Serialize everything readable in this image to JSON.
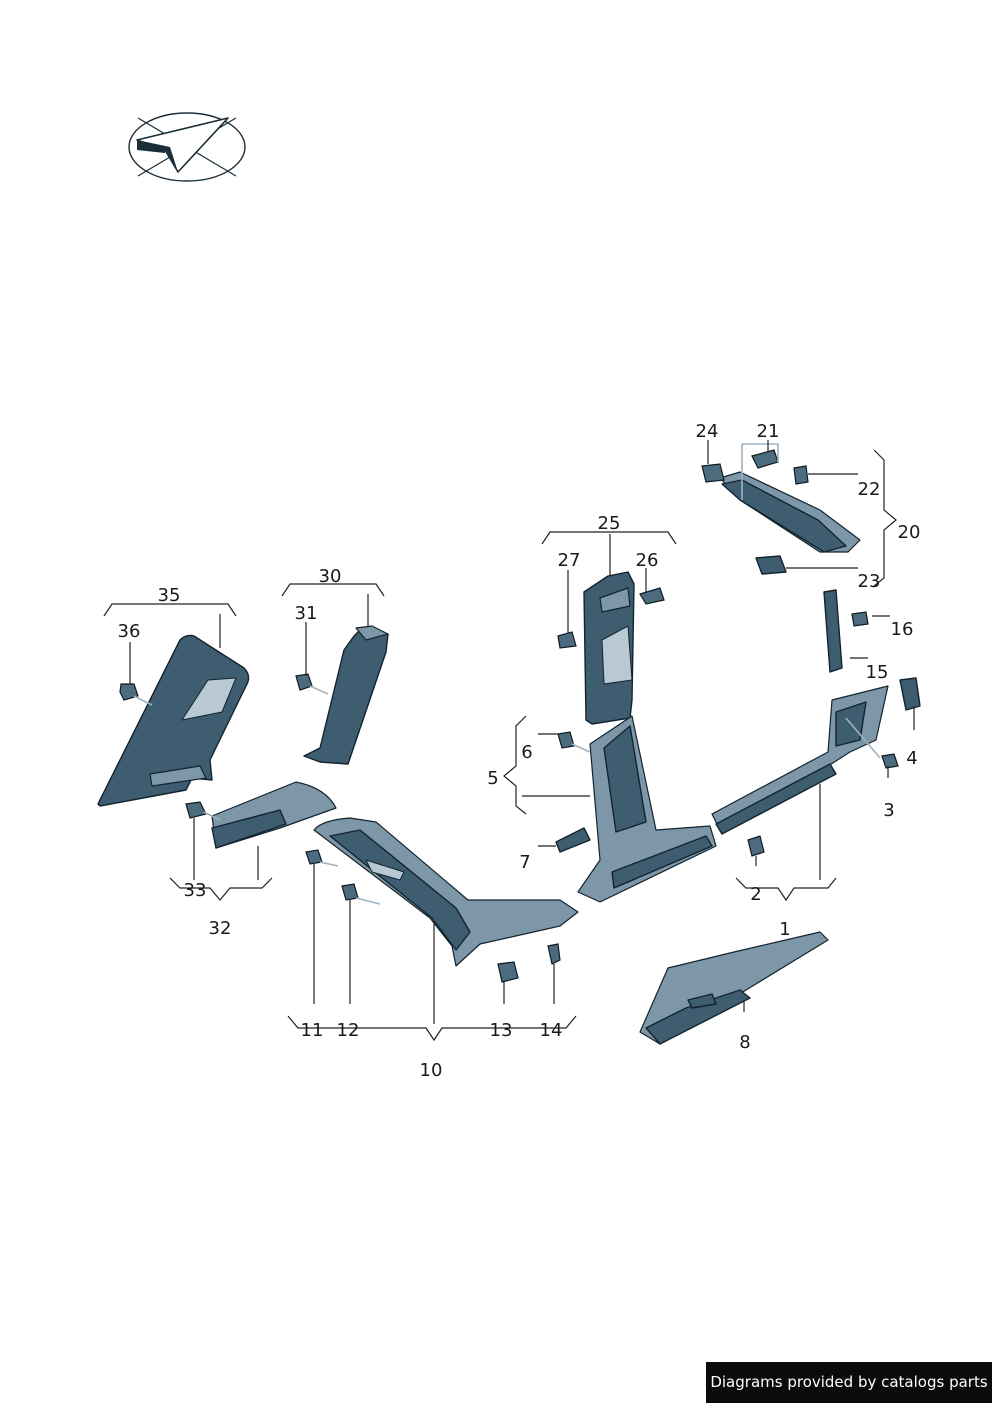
{
  "callouts": [
    "1",
    "2",
    "3",
    "4",
    "5",
    "6",
    "7",
    "8",
    "10",
    "11",
    "12",
    "13",
    "14",
    "15",
    "16",
    "20",
    "21",
    "22",
    "23",
    "24",
    "25",
    "26",
    "27",
    "30",
    "31",
    "32",
    "33",
    "35",
    "36"
  ],
  "credit": "Diagrams provided by catalogs parts",
  "icons": {
    "logo": "direction-arrow-emblem-icon"
  }
}
